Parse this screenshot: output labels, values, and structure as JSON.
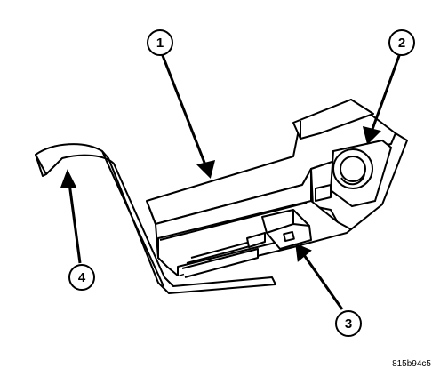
{
  "callouts": [
    {
      "id": "1",
      "label": "1"
    },
    {
      "id": "2",
      "label": "2"
    },
    {
      "id": "3",
      "label": "3"
    },
    {
      "id": "4",
      "label": "4"
    }
  ],
  "figure_code": "815b94c5",
  "colors": {
    "line": "#000000",
    "background": "#ffffff"
  }
}
